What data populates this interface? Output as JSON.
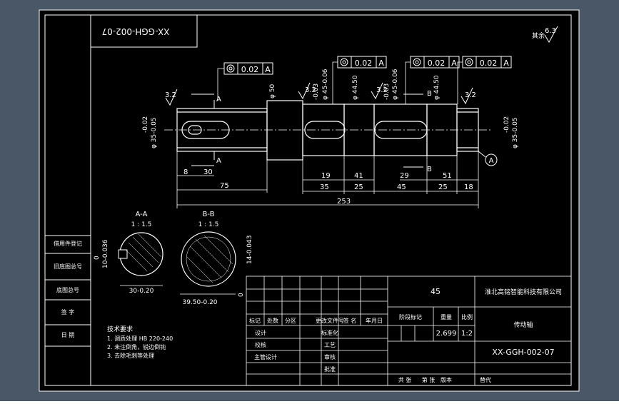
{
  "colors": {
    "background": "#4a5766",
    "paper": "#000000",
    "line": "#ffffff",
    "accent": "#00ffff",
    "dim": "#ffffff"
  },
  "drawing": {
    "code_upside_down": "XX-GGH-002-07",
    "roughness_note": "其余",
    "roughness_value": "6.3",
    "runout_tolerance": "0.02",
    "datum": "A",
    "section_a_label": "A-A",
    "section_a_scale": "1 : 1.5",
    "section_b_label": "B-B",
    "section_b_scale": "1 : 1.5",
    "section_a_width": "30-0.20",
    "section_a_tol": "10-0.036",
    "section_b_width": "39.50-0.20",
    "section_b_tol": "14-0.043",
    "dims": {
      "d8": "8",
      "d30": "30",
      "d75": "75",
      "d253": "253",
      "d19": "19",
      "d41": "41",
      "d29": "29",
      "d51": "51",
      "d35": "35",
      "d25a": "25",
      "d45": "45",
      "d25b": "25",
      "d18": "18",
      "phi50": "φ 50",
      "phi45a": "φ 45-0.06",
      "phi44a": "φ 44.50",
      "phi45b": "φ 45-0.06",
      "phi44b": "φ 44.50",
      "phi35l": "φ 35-0.05",
      "phi35r": "φ 35-0.05",
      "tol002l": "-0.02",
      "tol002r": "-0.02",
      "tol003a": "-0.03",
      "tol003b": "-0.03",
      "ra32": "3.2",
      "secA": "A",
      "secB": "B",
      "zero": "0"
    },
    "notes": {
      "title": "技术要求",
      "items": [
        "1. 调质处理 HB 220-240",
        "2. 未注倒角，锐边倒钝",
        "3. 去除毛刺等处理"
      ]
    },
    "left_labels": [
      "借用件登记",
      "旧底图总号",
      "底图总号",
      "签  字",
      "日  期"
    ],
    "title_block": {
      "material": "45",
      "company": "淮北高铭智能科技有限公司",
      "header_cells": [
        "标记",
        "处数",
        "分区",
        "更改文件号",
        "签 名",
        "年月日"
      ],
      "row_labels": [
        "设计",
        "校核",
        "主管设计"
      ],
      "mid_labels": [
        "标准化",
        "工艺",
        "审核",
        "批准"
      ],
      "stage_label": "阶段标记",
      "weight_label": "重量",
      "scale_label": "比例",
      "weight": "2.699",
      "scale": "1:2",
      "part_name": "传动轴",
      "drawing_no": "XX-GGH-002-07",
      "bottom_cells": [
        "共 张",
        "第 张",
        "版本",
        "替代"
      ]
    }
  }
}
